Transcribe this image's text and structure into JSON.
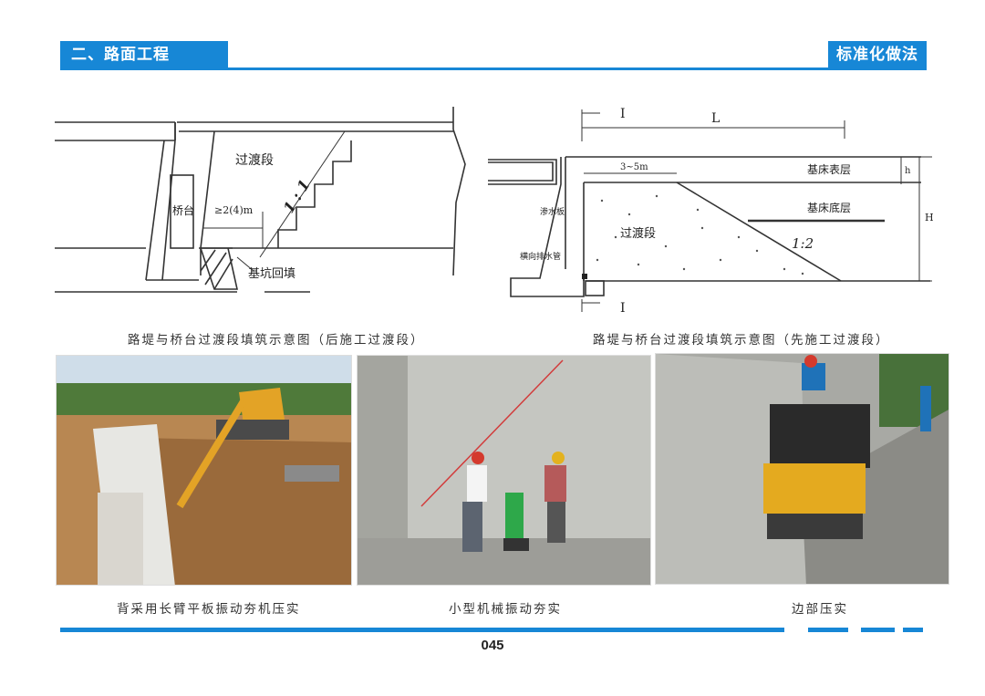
{
  "header": {
    "section_title": "二、路面工程",
    "tag": "标准化做法"
  },
  "diagram_left": {
    "label_transition": "过渡段",
    "label_abutment": "桥台",
    "label_distance": "≥2(4)m",
    "label_slope": "1 : 1",
    "label_backfill": "基坑回填",
    "caption": "路堤与桥台过渡段填筑示意图（后施工过渡段）"
  },
  "diagram_right": {
    "label_section_top": "I",
    "label_section_bottom": "I",
    "label_L": "L",
    "label_range": "3~5m",
    "label_surface": "基床表层",
    "label_bottom": "基床底层",
    "label_h": "h",
    "label_H": "H",
    "label_waterproof": "渗水板",
    "label_drain": "横向排水管",
    "label_transition": "过渡段",
    "label_slope": "1:2",
    "caption": "路堤与桥台过渡段填筑示意图（先施工过渡段）"
  },
  "photos": [
    {
      "caption": "背采用长臂平板振动夯机压实",
      "icon": "excavator-photo"
    },
    {
      "caption": "小型机械振动夯实",
      "icon": "rammer-photo"
    },
    {
      "caption": "边部压实",
      "icon": "roller-photo"
    }
  ],
  "footer": {
    "page_number": "045"
  },
  "colors": {
    "brand_blue": "#1787d6"
  }
}
